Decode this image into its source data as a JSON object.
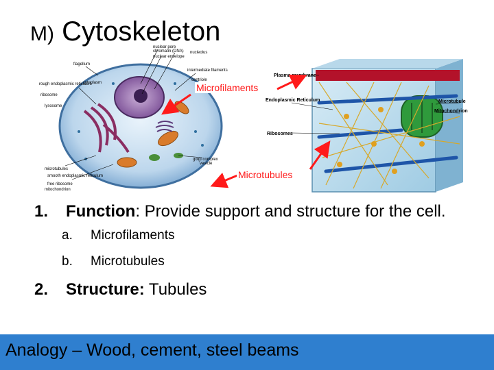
{
  "slide": {
    "title_letter": "M)",
    "title_text": "Cytoskeleton",
    "figure_labels": {
      "microfilaments": "Microfilaments",
      "microtubules": "Microtubules"
    },
    "cell_diagram_labels": [
      "nuclear pore",
      "chromatin (DNA)",
      "nucleolus",
      "nuclear envelope",
      "flagellum",
      "intermediate filaments",
      "centriole",
      "rough endoplasmic reticulum",
      "cytoplasm",
      "ribosome",
      "lysosome",
      "microtubules",
      "smooth endoplasmic reticulum",
      "free ribosome",
      "mitochondrion",
      "vesicle",
      "golgi complex"
    ],
    "cytoskeleton_diagram_labels": [
      "Plasma membrane",
      "Endoplasmic Reticulum",
      "Microtubule",
      "Mitochondrion",
      "Ribosomes"
    ],
    "items": [
      {
        "num": "1.",
        "label": "Function",
        "rest": ":  Provide support and structure for the cell."
      },
      {
        "num": "2.",
        "label": "Structure:",
        "rest": " Tubules"
      }
    ],
    "subitems": [
      {
        "letter": "a.",
        "text": "Microfilaments"
      },
      {
        "letter": "b.",
        "text": "Microtubules"
      }
    ],
    "analogy": "Analogy – Wood, cement, steel beams",
    "colors": {
      "label_red": "#ff1a1a",
      "analogy_bar": "#2f7fcf"
    }
  }
}
